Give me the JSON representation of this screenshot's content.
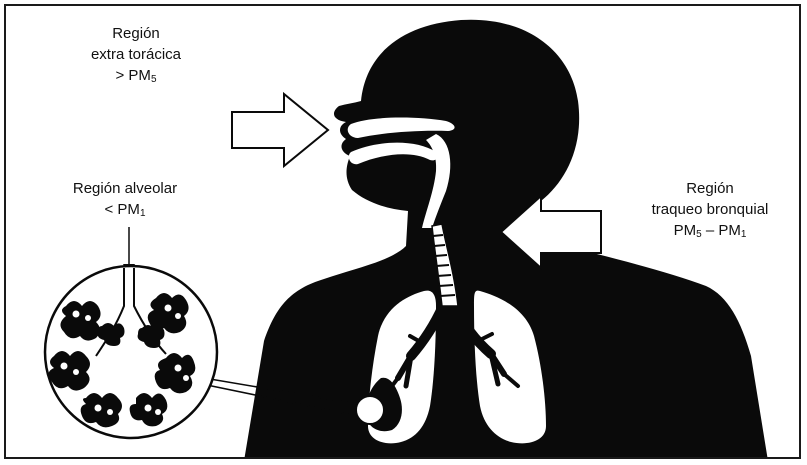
{
  "regions": {
    "extra_toracica": {
      "title": "Región",
      "subtitle": "extra torácica",
      "range_prefix": "> PM",
      "range_sub": "5"
    },
    "alveolar": {
      "title": "Región alveolar",
      "range_prefix": "< PM",
      "range_sub": "1"
    },
    "traqueo_bronquial": {
      "title": "Región",
      "subtitle": "traqueo bronquial",
      "range_a": "PM",
      "range_a_sub": "5",
      "range_dash": " – ",
      "range_b": "PM",
      "range_b_sub": "1"
    }
  },
  "colors": {
    "silhouette": "#0a0a0a",
    "background": "#ffffff",
    "border": "#1a1a1a"
  },
  "icons": [
    "head-silhouette",
    "lungs",
    "trachea",
    "alveolus-magnifier",
    "inflow-arrow"
  ]
}
